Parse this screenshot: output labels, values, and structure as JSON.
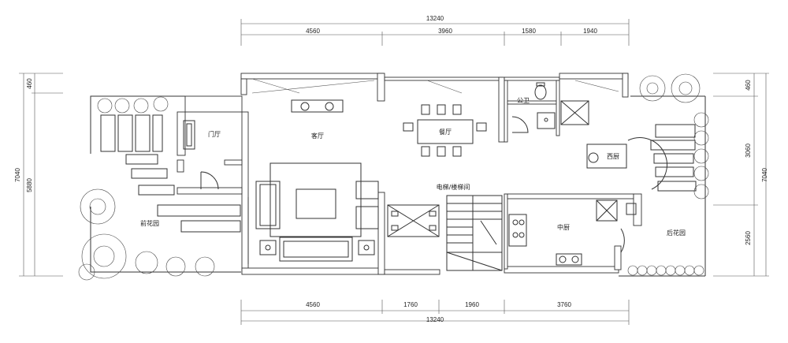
{
  "dimensions": {
    "top_total": "13240",
    "top_segments": [
      "4560",
      "3960",
      "1580",
      "1940"
    ],
    "bottom_total": "13240",
    "bottom_segments": [
      "4560",
      "1760",
      "1960",
      "3760"
    ],
    "left_outer": "7040",
    "left_segments": [
      "460",
      "5880"
    ],
    "right_outer": "7040",
    "right_segments": [
      "460",
      "3060",
      "2560"
    ]
  },
  "rooms": {
    "entrance": "门厅",
    "living_room": "客厅",
    "dining_room": "餐厅",
    "public_bath": "公卫",
    "western_kitchen": "西厨",
    "elevator_stair": "电梯/楼梯间",
    "chinese_kitchen": "中厨",
    "front_garden": "前花园",
    "back_garden": "后花园"
  }
}
